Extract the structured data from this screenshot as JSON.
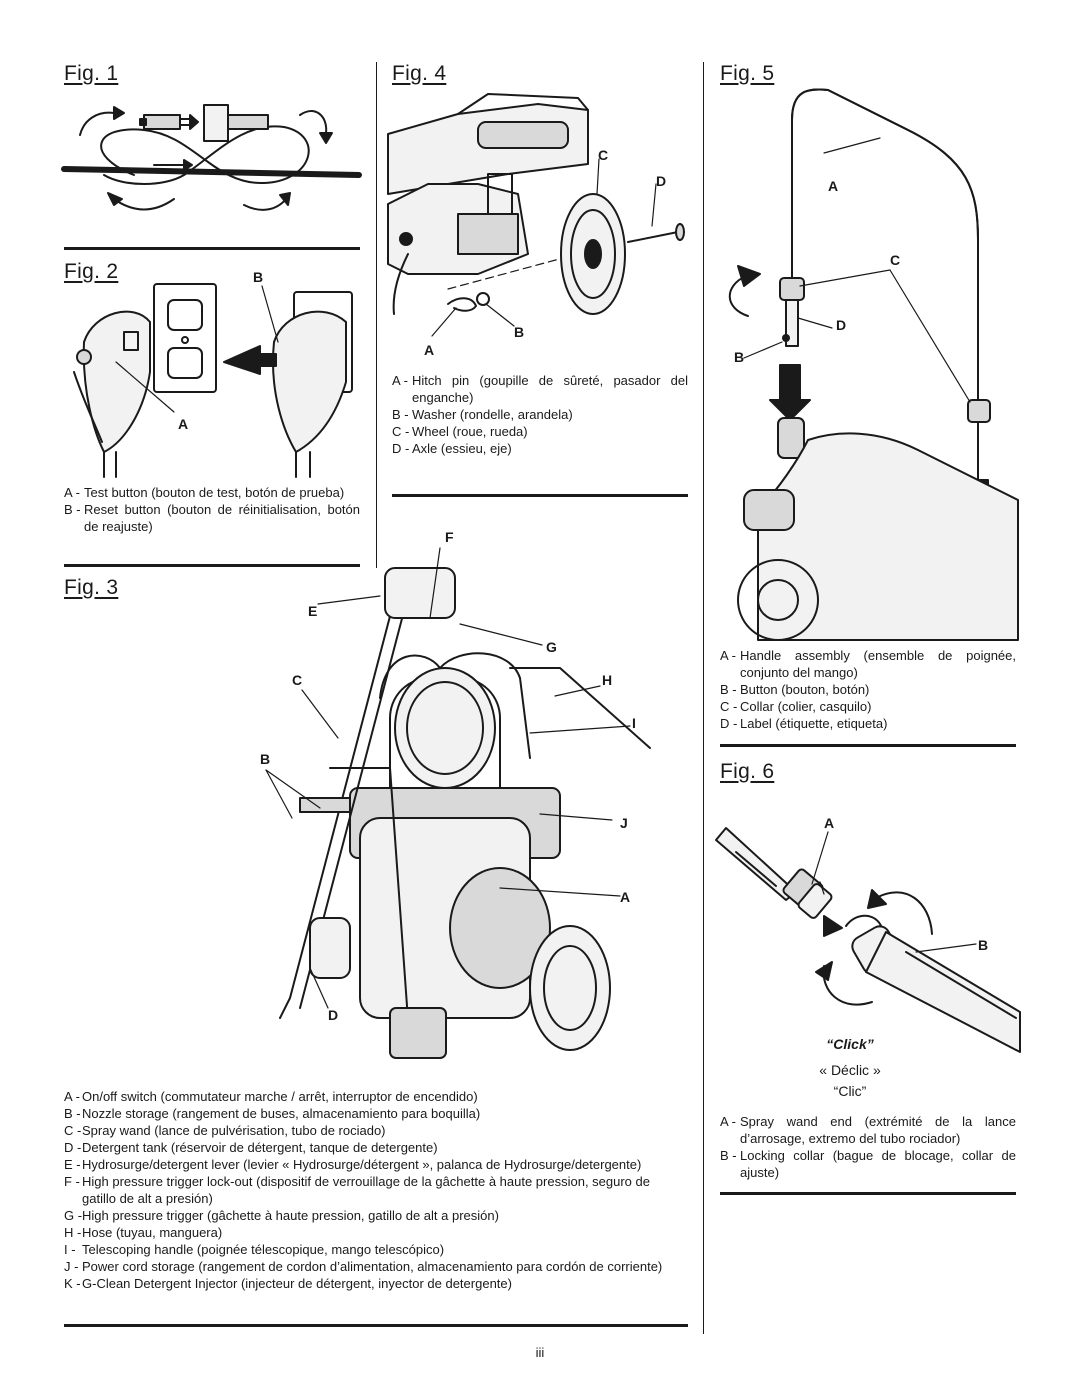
{
  "fig1": {
    "title": "Fig. 1"
  },
  "fig2": {
    "title": "Fig. 2",
    "callouts": {
      "a": "A",
      "b": "B"
    },
    "legend": [
      {
        "key": "A -",
        "text": "Test button (bouton de test, botón de prueba)"
      },
      {
        "key": "B -",
        "text": "Reset button (bouton de réinitialisation, botón de reajuste)"
      }
    ]
  },
  "fig3": {
    "title": "Fig. 3",
    "callouts": {
      "a": "A",
      "b": "B",
      "c": "C",
      "d": "D",
      "e": "E",
      "f": "F",
      "g": "G",
      "h": "H",
      "i": "I",
      "j": "J"
    },
    "legend": [
      {
        "key": "A -",
        "text": "On/off switch (commutateur marche / arrêt, interruptor de encendido)"
      },
      {
        "key": "B -",
        "text": "Nozzle storage (rangement de buses, almacenamiento para boquilla)"
      },
      {
        "key": "C -",
        "text": "Spray wand (lance de pulvérisation, tubo de rociado)"
      },
      {
        "key": "D -",
        "text": "Detergent tank (réservoir de détergent, tanque de detergente)"
      },
      {
        "key": "E -",
        "text": "Hydrosurge/detergent lever (levier « Hydrosurge/détergent », palanca de Hydrosurge/detergente)"
      },
      {
        "key": "F -",
        "text": "High pressure trigger lock-out (dispositif de verrouillage de la gâchette à haute pression, seguro de gatillo de alt a presión)"
      },
      {
        "key": "G -",
        "text": "High pressure trigger (gâchette à haute pression, gatillo de alt a presión)"
      },
      {
        "key": "H -",
        "text": "Hose (tuyau, manguera)"
      },
      {
        "key": "I -",
        "text": "Telescoping handle (poignée télescopique, mango telescópico)"
      },
      {
        "key": "J -",
        "text": "Power cord storage (rangement de cordon d’alimentation, almacenamiento para cordón de corriente)"
      },
      {
        "key": "K -",
        "text": "G-Clean Detergent Injector (injecteur de détergent, inyector de detergente)"
      }
    ]
  },
  "fig4": {
    "title": "Fig. 4",
    "callouts": {
      "a": "A",
      "b": "B",
      "c": "C",
      "d": "D"
    },
    "legend": [
      {
        "key": "A -",
        "text": "Hitch pin (goupille de sûreté, pasador del enganche)"
      },
      {
        "key": "B -",
        "text": "Washer (rondelle, arandela)"
      },
      {
        "key": "C -",
        "text": "Wheel (roue, rueda)"
      },
      {
        "key": "D -",
        "text": "Axle (essieu, eje)"
      }
    ]
  },
  "fig5": {
    "title": "Fig. 5",
    "callouts": {
      "a": "A",
      "b": "B",
      "c": "C",
      "d": "D"
    },
    "legend": [
      {
        "key": "A -",
        "text": "Handle assembly (ensemble de poignée, conjunto del mango)"
      },
      {
        "key": "B -",
        "text": "Button (bouton, botón)"
      },
      {
        "key": "C -",
        "text": "Collar (colier, casquilo)"
      },
      {
        "key": "D -",
        "text": "Label (étiquette, etiqueta)"
      }
    ]
  },
  "fig6": {
    "title": "Fig. 6",
    "callouts": {
      "a": "A",
      "b": "B"
    },
    "click_en": "“Click”",
    "click_fr": "« Déclic »",
    "click_es": "“Clic”",
    "legend": [
      {
        "key": "A -",
        "text": "Spray wand end (extrémité de la lance d’arrosage, extremo del tubo rociador)"
      },
      {
        "key": "B -",
        "text": "Locking collar (bague de blocage, collar de ajuste)"
      }
    ]
  },
  "page_number": "iii"
}
